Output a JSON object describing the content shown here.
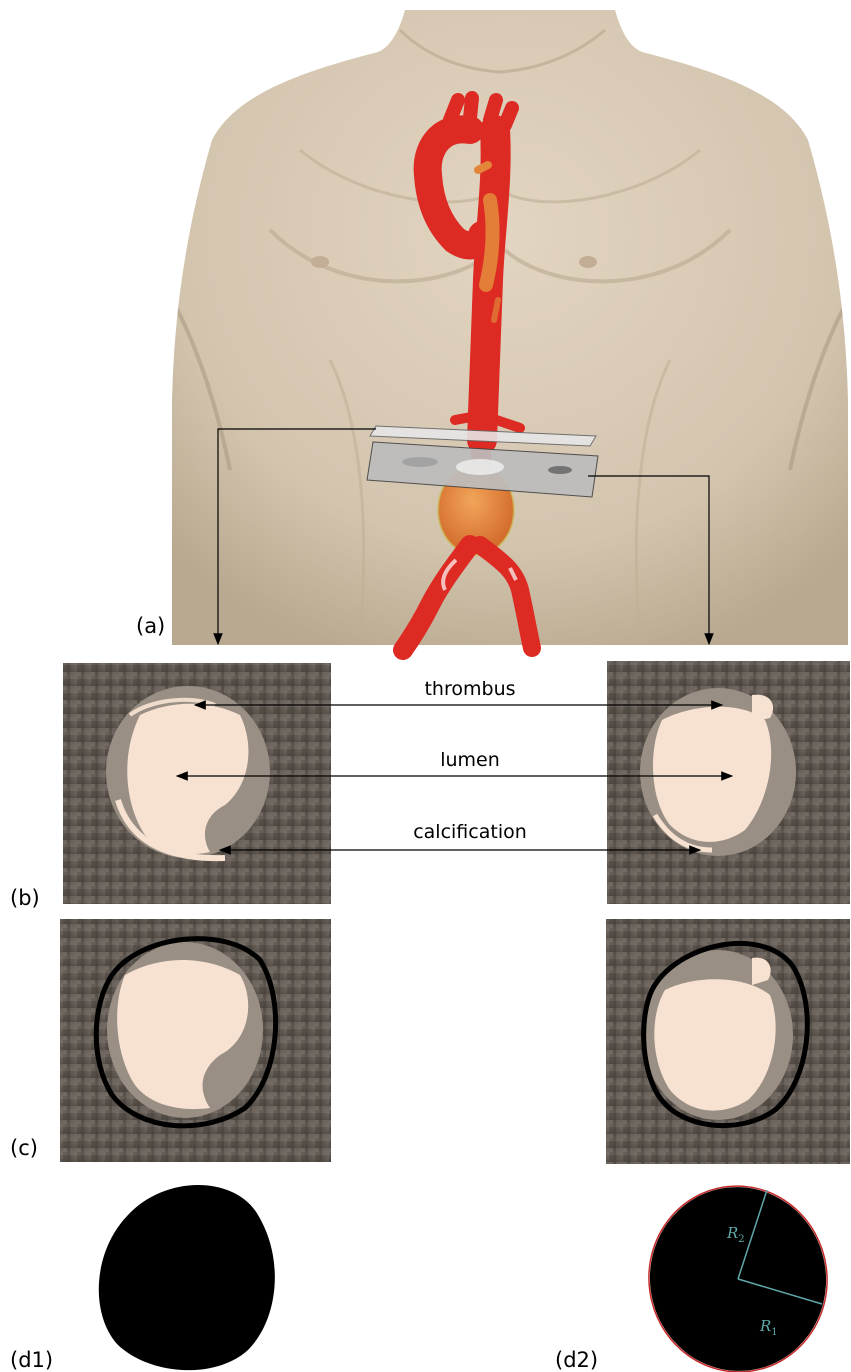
{
  "figure": {
    "panel_labels": {
      "a": "(a)",
      "b": "(b)",
      "c": "(c)",
      "d1": "(d1)",
      "d2": "(d2)"
    },
    "annotations": {
      "thrombus": "thrombus",
      "lumen": "lumen",
      "calcification": "calcification"
    },
    "radii": {
      "r2_letter": "R",
      "r2_sub": "2",
      "r1_letter": "R",
      "r1_sub": "1"
    }
  },
  "colors": {
    "skin": "#d9cbb6",
    "aorta": "#dd2a22",
    "thrombus_orange": "#e3863a",
    "ct_lumen": "#f7e2d2",
    "ct_background": "#5e5750",
    "contour": "#000000",
    "ellipse_fit": "#c42a2a",
    "radius_line": "#5fa8a8"
  },
  "icons": {
    "arrow_heads": "black-triangle"
  }
}
